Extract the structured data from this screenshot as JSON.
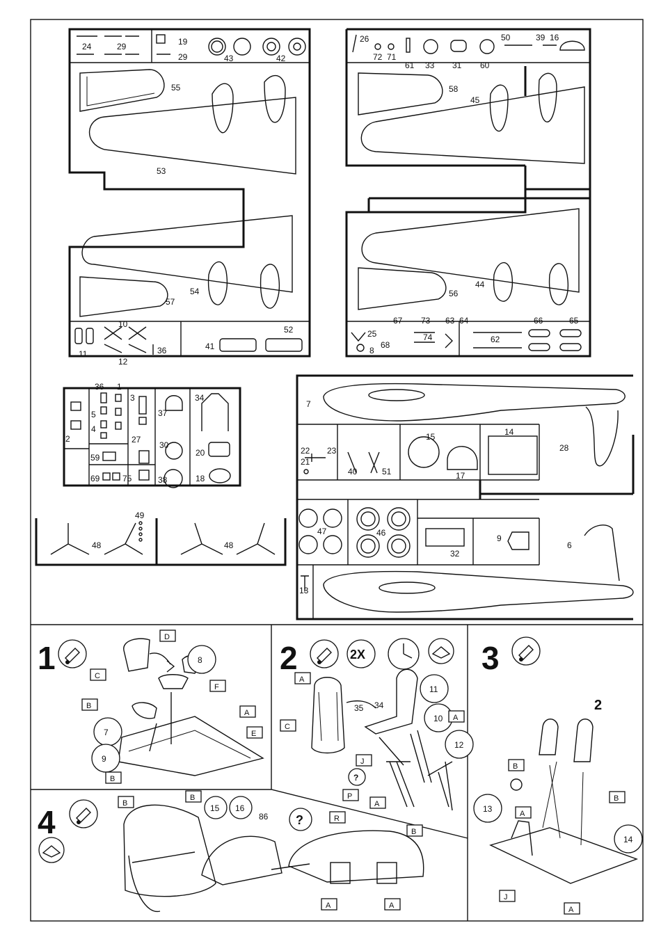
{
  "sprue_numbers": {
    "s24": "24",
    "s29a": "29",
    "s19": "19",
    "s29b": "29",
    "s43": "43",
    "s42": "42",
    "s55": "55",
    "s53": "53",
    "s26": "26",
    "s72": "72",
    "s71": "71",
    "s61": "61",
    "s33": "33",
    "s31": "31",
    "s60": "60",
    "s50": "50",
    "s39": "39",
    "s16": "16",
    "s58": "58",
    "s45": "45",
    "s54": "54",
    "s57": "57",
    "s10": "10",
    "s11": "11",
    "s12": "12",
    "s36a": "36",
    "s52": "52",
    "s41": "41",
    "s44": "44",
    "s56": "56",
    "s67": "67",
    "s73": "73",
    "s63": "63",
    "s64": "64",
    "s66": "66",
    "s65": "65",
    "s25": "25",
    "s8": "8",
    "s68": "68",
    "s74": "74",
    "s62": "62",
    "s36b": "36",
    "s1": "1",
    "s3": "3",
    "s34": "34",
    "s5": "5",
    "s4": "4",
    "s2": "2",
    "s37": "37",
    "s27": "27",
    "s30": "30",
    "s20": "20",
    "s59": "59",
    "s69": "69",
    "s75": "75",
    "s38": "38",
    "s18": "18",
    "s7": "7",
    "s28": "28",
    "s22": "22",
    "s23": "23",
    "s21": "21",
    "s40": "40",
    "s51": "51",
    "s15": "15",
    "s17": "17",
    "s14": "14",
    "s49": "49",
    "s48a": "48",
    "s48b": "48",
    "s47": "47",
    "s46": "46",
    "s32": "32",
    "s9": "9",
    "s6": "6",
    "s13": "13"
  },
  "steps": [
    {
      "number": "1",
      "labels": {
        "p8": "8",
        "p7": "7",
        "p9": "9"
      },
      "tags": {
        "d": "D",
        "c": "C",
        "f": "F",
        "b1": "B",
        "e": "E",
        "a": "A",
        "b2": "B"
      }
    },
    {
      "number": "2",
      "quantity": "2X",
      "labels": {
        "p35": "35",
        "p34": "34",
        "p11": "11",
        "p10": "10",
        "p12": "12",
        "q": "?"
      },
      "tags": {
        "a1": "A",
        "a2": "A",
        "c": "C",
        "j": "J",
        "p": "P",
        "a3": "A"
      }
    },
    {
      "number": "3",
      "labels": {
        "p2": "2",
        "p13": "13",
        "p14": "14"
      },
      "tags": {
        "b1": "B",
        "a1": "A",
        "b2": "B",
        "j": "J",
        "a2": "A"
      }
    },
    {
      "number": "4",
      "labels": {
        "p15": "15",
        "p16": "16",
        "p86": "86",
        "q": "?"
      },
      "tags": {
        "b1": "B",
        "b2": "B",
        "r": "R",
        "b3": "B",
        "a1": "A",
        "a2": "A"
      }
    }
  ]
}
